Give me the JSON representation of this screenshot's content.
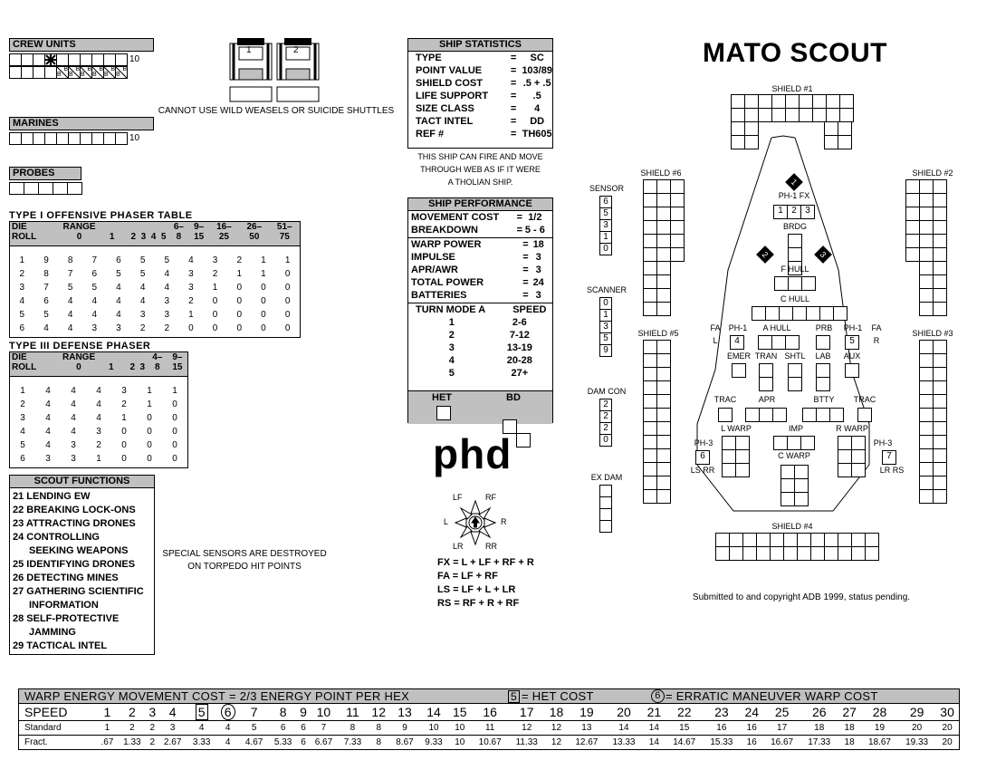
{
  "crew_units": {
    "title": "CREW UNITS",
    "count": "10",
    "boarding_mark": "B"
  },
  "marines": {
    "title": "MARINES",
    "count": "10"
  },
  "probes": {
    "title": "PROBES"
  },
  "shuttles": {
    "labels": [
      "1",
      "2"
    ],
    "note": "CANNOT USE WILD WEASELS OR SUICIDE SHUTTLES"
  },
  "phaser1_table": {
    "title": "TYPE I OFFENSIVE PHASER TABLE",
    "head1": [
      "DIE",
      "RANGE",
      "",
      "",
      "",
      "",
      "6–",
      "9–",
      "16–",
      "26–",
      "51–"
    ],
    "head2": [
      "ROLL",
      "0",
      "1",
      "2",
      "3",
      "4",
      "5",
      "8",
      "15",
      "25",
      "50",
      "75"
    ],
    "rows": [
      [
        "1",
        "9",
        "8",
        "7",
        "6",
        "5",
        "5",
        "4",
        "3",
        "2",
        "1",
        "1"
      ],
      [
        "2",
        "8",
        "7",
        "6",
        "5",
        "5",
        "4",
        "3",
        "2",
        "1",
        "1",
        "0"
      ],
      [
        "3",
        "7",
        "5",
        "5",
        "4",
        "4",
        "4",
        "3",
        "1",
        "0",
        "0",
        "0"
      ],
      [
        "4",
        "6",
        "4",
        "4",
        "4",
        "4",
        "3",
        "2",
        "0",
        "0",
        "0",
        "0"
      ],
      [
        "5",
        "5",
        "4",
        "4",
        "4",
        "3",
        "3",
        "1",
        "0",
        "0",
        "0",
        "0"
      ],
      [
        "6",
        "4",
        "4",
        "3",
        "3",
        "2",
        "2",
        "0",
        "0",
        "0",
        "0",
        "0"
      ]
    ]
  },
  "phaser3_table": {
    "title": "TYPE III DEFENSE PHASER",
    "head1": [
      "DIE",
      "RANGE",
      "",
      "",
      "4–",
      "9–"
    ],
    "head2": [
      "ROLL",
      "0",
      "1",
      "2",
      "3",
      "8",
      "15"
    ],
    "rows": [
      [
        "1",
        "4",
        "4",
        "4",
        "3",
        "1",
        "1"
      ],
      [
        "2",
        "4",
        "4",
        "4",
        "2",
        "1",
        "0"
      ],
      [
        "3",
        "4",
        "4",
        "4",
        "1",
        "0",
        "0"
      ],
      [
        "4",
        "4",
        "4",
        "3",
        "0",
        "0",
        "0"
      ],
      [
        "5",
        "4",
        "3",
        "2",
        "0",
        "0",
        "0"
      ],
      [
        "6",
        "3",
        "3",
        "1",
        "0",
        "0",
        "0"
      ]
    ]
  },
  "scout_functions": {
    "title": "SCOUT FUNCTIONS",
    "items": [
      "21 LENDING EW",
      "22 BREAKING LOCK-ONS",
      "23 ATTRACTING DRONES",
      "24 CONTROLLING",
      "     SEEKING WEAPONS",
      "25 IDENTIFYING DRONES",
      "26 DETECTING MINES",
      "27 GATHERING SCIENTIFIC",
      "     INFORMATION",
      "28 SELF-PROTECTIVE",
      "     JAMMING",
      "29 TACTICAL INTEL"
    ],
    "sensor_note_1": "SPECIAL SENSORS ARE DESTROYED",
    "sensor_note_2": "ON TORPEDO HIT POINTS"
  },
  "ship_stats": {
    "title": "SHIP STATISTICS",
    "rows": [
      [
        "TYPE",
        "=",
        "SC"
      ],
      [
        "POINT VALUE",
        "=",
        "103/89"
      ],
      [
        "SHIELD COST",
        "=",
        ".5 + .5"
      ],
      [
        "LIFE SUPPORT",
        "=",
        ".5"
      ],
      [
        "SIZE CLASS",
        "=",
        "4"
      ],
      [
        "TACT INTEL",
        "=",
        "DD"
      ],
      [
        "REF #",
        "=",
        "TH605"
      ]
    ],
    "note_1": "THIS SHIP CAN FIRE AND MOVE",
    "note_2": "THROUGH WEB AS IF IT WERE",
    "note_3": "A THOLIAN SHIP."
  },
  "ship_perf": {
    "title": "SHIP PERFORMANCE",
    "move": [
      [
        "MOVEMENT COST",
        "=",
        "1/2"
      ],
      [
        "BREAKDOWN",
        "=",
        "5 - 6"
      ]
    ],
    "power": [
      [
        "WARP POWER",
        "=",
        "18"
      ],
      [
        "IMPULSE",
        "=",
        "3"
      ],
      [
        "APR/AWR",
        "=",
        "3"
      ],
      [
        "TOTAL POWER",
        "=",
        "24"
      ],
      [
        "BATTERIES",
        "=",
        "3"
      ]
    ],
    "turn_head": [
      "TURN MODE A",
      "SPEED"
    ],
    "turn": [
      [
        "1",
        "2-6"
      ],
      [
        "2",
        "7-12"
      ],
      [
        "3",
        "13-19"
      ],
      [
        "4",
        "20-28"
      ],
      [
        "5",
        "27+"
      ]
    ],
    "het": "HET",
    "bd": "BD"
  },
  "logo": "phd",
  "firing_arcs": {
    "labels": {
      "lf": "LF",
      "rf": "RF",
      "l": "L",
      "r": "R",
      "lr": "LR",
      "rr": "RR"
    },
    "formulas": [
      "FX = L + LF + RF + R",
      "FA = LF + RF",
      "LS = LF + L + LR",
      "RS = RF + R + RF"
    ]
  },
  "ship": {
    "name": "MATO SCOUT",
    "labels": {
      "s1": "SHIELD #1",
      "s2": "SHIELD #2",
      "s3": "SHIELD #3",
      "s4": "SHIELD #4",
      "s5": "SHIELD #5",
      "s6": "SHIELD #6",
      "ph1fx": "PH-1 FX",
      "brdg": "BRDG",
      "fhull": "F HULL",
      "chull": "C HULL",
      "fa": "FA",
      "l": "L",
      "r": "R",
      "ph1": "PH-1",
      "ahull": "A HULL",
      "prb": "PRB",
      "emer": "EMER",
      "tran": "TRAN",
      "shtl": "SHTL",
      "lab": "LAB",
      "aux": "AUX",
      "trac": "TRAC",
      "apr": "APR",
      "btty": "BTTY",
      "lwarp": "L WARP",
      "imp": "IMP",
      "rwarp": "R WARP",
      "ph3": "PH-3",
      "lsrr": "LS RR",
      "lrrs": "LR RS",
      "cwarp": "C WARP"
    },
    "weapons": {
      "w1": "1",
      "w2": "2",
      "w3": "3",
      "w4": "4",
      "w5": "5",
      "w6": "6",
      "w7": "7",
      "fx": [
        "1",
        "2",
        "3"
      ]
    },
    "sensor": {
      "title": "SENSOR",
      "values": [
        "6",
        "5",
        "3",
        "1",
        "0"
      ]
    },
    "scanner": {
      "title": "SCANNER",
      "values": [
        "0",
        "1",
        "3",
        "5",
        "9"
      ]
    },
    "damcon": {
      "title": "DAM CON",
      "values": [
        "2",
        "2",
        "2",
        "0"
      ]
    },
    "exdam": {
      "title": "EX DAM"
    },
    "copyright": "Submitted to and copyright ADB 1999, status pending."
  },
  "movement": {
    "title": "WARP ENERGY MOVEMENT COST = 2/3 ENERGY POINT PER HEX",
    "het_key_num": "5",
    "het_key": "= HET COST",
    "erratic_key_num": "6",
    "erratic_key": "= ERRATIC MANEUVER WARP COST",
    "speed_label": "SPEED",
    "standard_label": "Standard",
    "fract_label": "Fract.",
    "speeds": [
      "1",
      "2",
      "3",
      "4",
      "5",
      "6",
      "7",
      "8",
      "9",
      "10",
      "11",
      "12",
      "13",
      "14",
      "15",
      "16",
      "17",
      "18",
      "19",
      "20",
      "21",
      "22",
      "23",
      "24",
      "25",
      "26",
      "27",
      "28",
      "29",
      "30"
    ],
    "standard": [
      "1",
      "2",
      "2",
      "3",
      "4",
      "4",
      "5",
      "6",
      "6",
      "7",
      "8",
      "8",
      "9",
      "10",
      "10",
      "11",
      "12",
      "12",
      "13",
      "14",
      "14",
      "15",
      "16",
      "16",
      "17",
      "18",
      "18",
      "19",
      "20",
      "20"
    ],
    "fract": [
      ".67",
      "1.33",
      "2",
      "2.67",
      "3.33",
      "4",
      "4.67",
      "5.33",
      "6",
      "6.67",
      "7.33",
      "8",
      "8.67",
      "9.33",
      "10",
      "10.67",
      "11.33",
      "12",
      "12.67",
      "13.33",
      "14",
      "14.67",
      "15.33",
      "16",
      "16.67",
      "17.33",
      "18",
      "18.67",
      "19.33",
      "20"
    ]
  }
}
